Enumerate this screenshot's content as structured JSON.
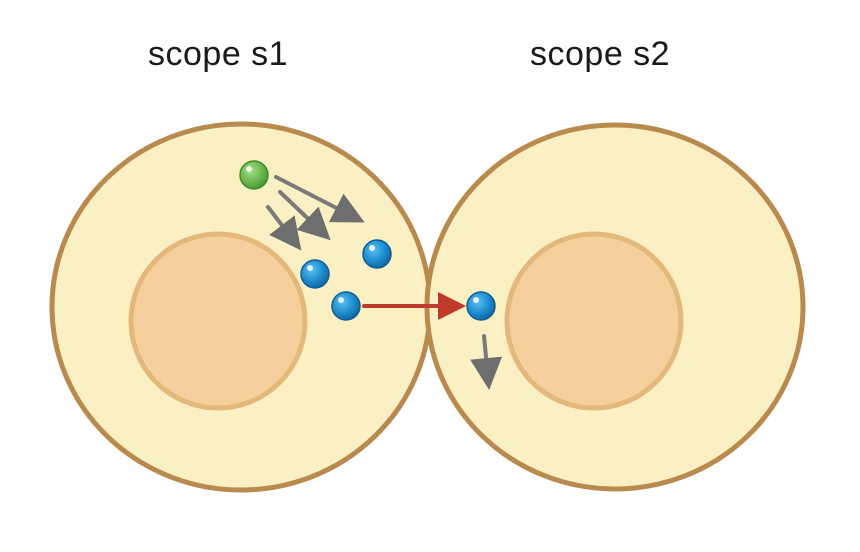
{
  "scopes": [
    {
      "id": "s1",
      "label": "scope s1"
    },
    {
      "id": "s2",
      "label": "scope s2"
    }
  ],
  "colors": {
    "cell_fill": "#fbf0c4",
    "cell_border": "#b98a4e",
    "nucleus_fill": "#f5d09c",
    "nucleus_border": "#e3b87a",
    "green_particle": "#6dbb4f",
    "blue_particle": "#1e8fd0",
    "internal_arrow": "#777777",
    "transfer_arrow": "#c0392b"
  },
  "particles": [
    {
      "name": "green-particle",
      "color": "green_particle",
      "scope": "s1"
    },
    {
      "name": "blue-particle-1",
      "color": "blue_particle",
      "scope": "s1"
    },
    {
      "name": "blue-particle-2",
      "color": "blue_particle",
      "scope": "s1"
    },
    {
      "name": "blue-particle-3",
      "color": "blue_particle",
      "scope": "s1"
    },
    {
      "name": "blue-particle-transferred",
      "color": "blue_particle",
      "scope": "s2"
    }
  ]
}
